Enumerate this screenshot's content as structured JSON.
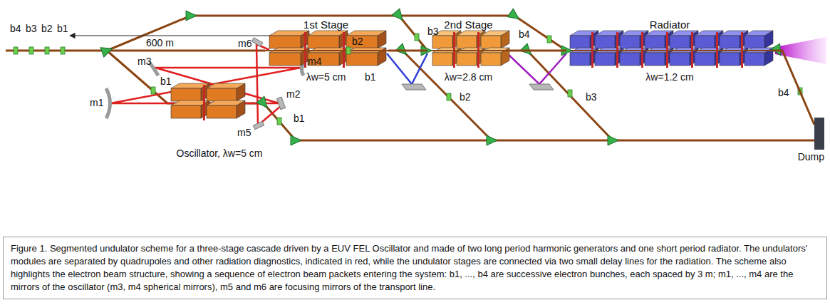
{
  "diagram": {
    "caption": "Figure 1. Segmented undulator scheme for a three-stage cascade driven by a EUV FEL Oscillator and made of two long period harmonic generators and one short period radiator. The undulators' modules are separated by quadrupoles and other radiation diagnostics, indicated in red, while the undulator stages are connected via two small delay lines for the radiation. The scheme also highlights the electron beam structure, showing a sequence of electron beam packets entering the system: b1, ..., b4 are successive electron bunches, each spaced by 3 m; m1, ..., m4 are the mirrors of the oscillator (m3, m4 spherical mirrors), m5 and m6 are focusing mirrors of the transport line.",
    "nodes": [
      {
        "text": [
          "Oscillator, λw=5 cm"
        ]
      },
      {
        "text": [
          "1st Stage",
          "λw=5 cm"
        ]
      },
      {
        "text": [
          "2nd Stage",
          "λw=2.8 cm"
        ]
      },
      {
        "text": [
          "Radiator",
          "λw=1.2 cm"
        ]
      },
      {
        "text": [
          "Dump"
        ]
      }
    ],
    "edges": [
      {
        "from": 1,
        "to": 2,
        "arrow": "none"
      },
      {
        "from": 2,
        "to": 3,
        "arrow": "none"
      },
      {
        "from": 3,
        "to": 4,
        "arrow": "none"
      }
    ],
    "labels": [
      "b4",
      "b3",
      "b2",
      "b1",
      "600 m",
      "b2",
      "m6",
      "b3",
      "b4",
      "b1",
      "b2",
      "b3",
      "b4",
      "m3",
      "m4",
      "m1",
      "m2",
      "m5",
      "b1",
      "b1"
    ]
  }
}
